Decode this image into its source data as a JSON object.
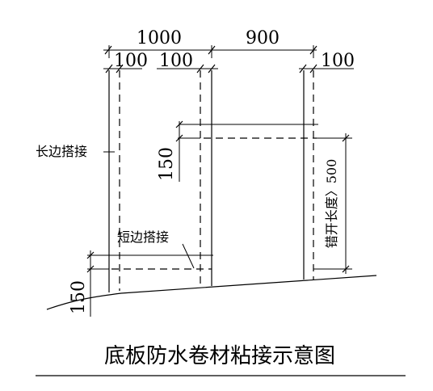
{
  "diagram": {
    "title": "底板防水卷材粘接示意图",
    "dimensions": {
      "top_total_left": "1000",
      "top_total_right": "900",
      "top_sub_left_1": "100",
      "top_sub_left_2": "100",
      "top_sub_right": "100",
      "vertical_150_upper": "150",
      "vertical_150_lower": "150",
      "stagger_label": "错开长度〉500"
    },
    "labels": {
      "long_edge_overlap": "长边搭接",
      "short_edge_overlap": "短边搭接"
    }
  }
}
